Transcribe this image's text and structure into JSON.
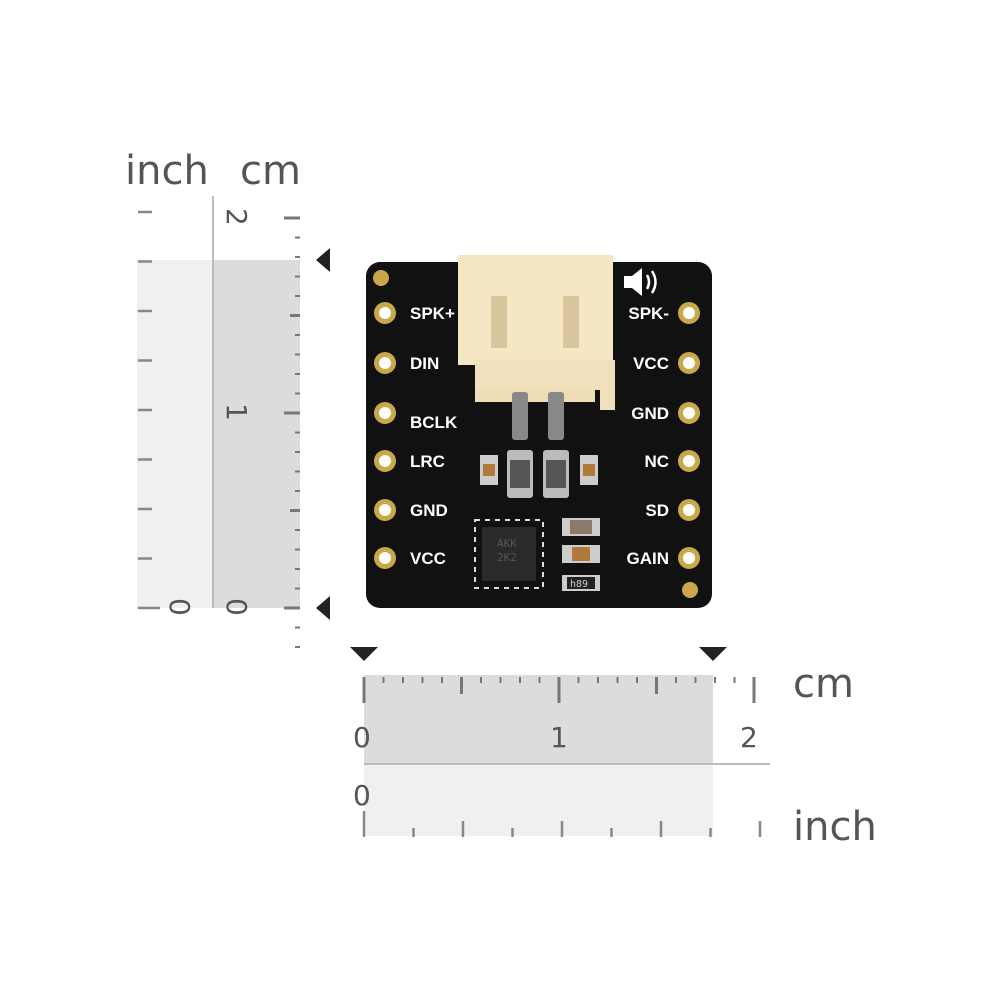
{
  "vertical_ruler": {
    "inch_label": "inch",
    "cm_label": "cm",
    "cm_ticks": [
      "0",
      "1",
      "2"
    ],
    "inch_ticks": [
      "0"
    ],
    "measured_cm": 1.78
  },
  "horizontal_ruler": {
    "cm_label": "cm",
    "inch_label": "inch",
    "cm_ticks": [
      "0",
      "1",
      "2"
    ],
    "inch_ticks": [
      "0"
    ],
    "measured_cm": 1.8
  },
  "board": {
    "left_pins": [
      "SPK+",
      "DIN",
      "BCLK",
      "LRC",
      "GND",
      "VCC"
    ],
    "right_pins": [
      "SPK-",
      "VCC",
      "GND",
      "NC",
      "SD",
      "GAIN"
    ],
    "chip_marking": [
      "AKK",
      "2K2"
    ],
    "resistor_marking": "h89",
    "icon": "speaker-icon"
  },
  "colors": {
    "board": "#111111",
    "pad": "#c9a84a",
    "connector": "#f5e6c4",
    "shade_dark": "#dcdcdc",
    "shade_light": "#f0f0f0",
    "tick": "#666666"
  }
}
